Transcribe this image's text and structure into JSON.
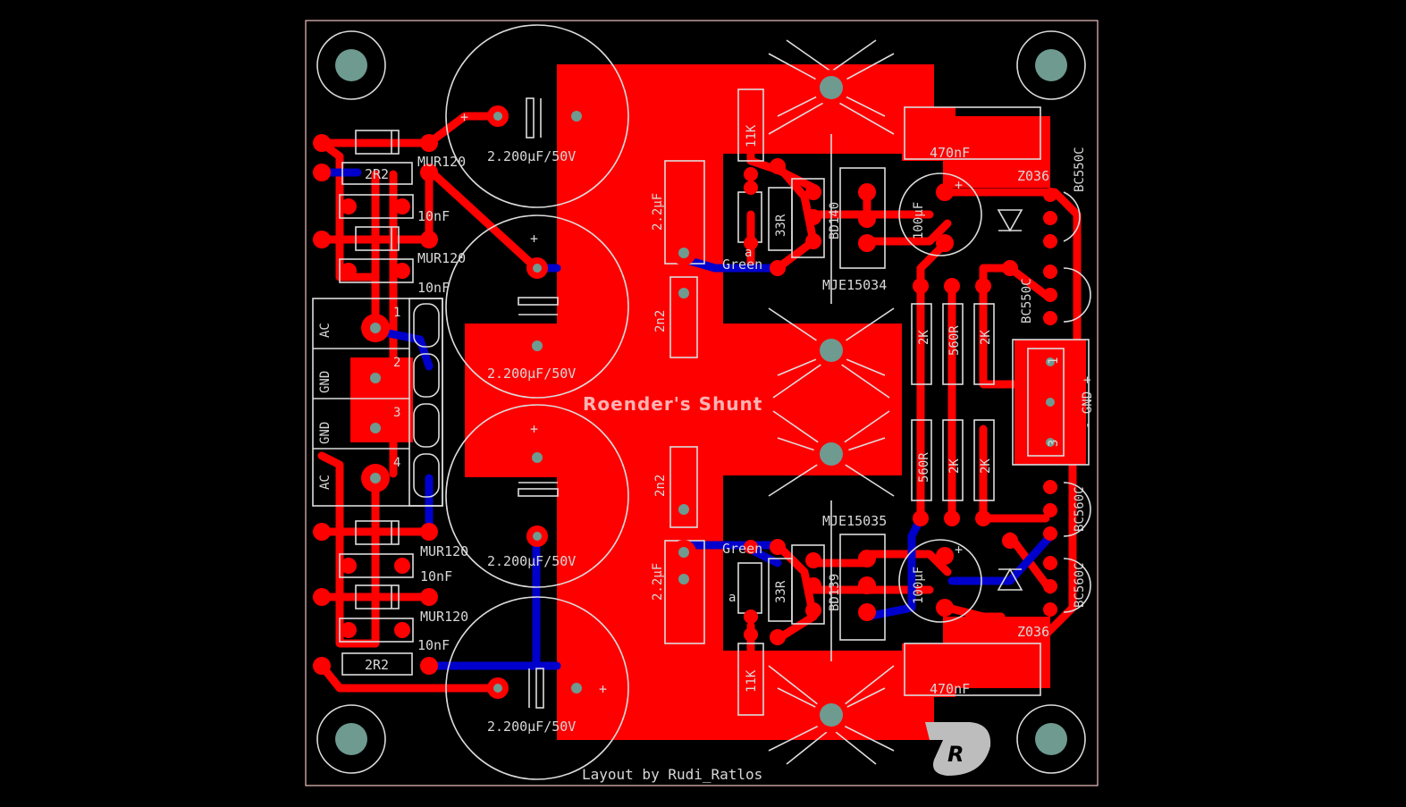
{
  "board": {
    "title": "Roender's Shunt",
    "credit": "Layout by Rudi_Ratlos",
    "logo_text": "R"
  },
  "colors": {
    "background": "#000000",
    "top_copper": "#ff0000",
    "bottom_copper": "#0000cc",
    "silkscreen": "#dcdcdc",
    "drill": "#6e9a90"
  },
  "labels": {
    "cap_main_1": "2.200µF/50V",
    "cap_main_2": "2.200µF/50V",
    "cap_main_3": "2.200µF/50V",
    "cap_main_4": "2.200µF/50V",
    "diode_1": "MUR120",
    "diode_2": "MUR120",
    "diode_3": "MUR120",
    "diode_4": "MUR120",
    "res_2r2_top": "2R2",
    "res_2r2_bottom": "2R2",
    "cap_10nf_1": "10nF",
    "cap_10nf_2": "10nF",
    "cap_10nf_3": "10nF",
    "cap_10nf_4": "10nF",
    "cap_22uf_top": "2.2µF",
    "cap_22uf_bottom": "2.2µF",
    "cap_2n2_top": "2n2",
    "cap_2n2_bottom": "2n2",
    "res_11k_top": "11K",
    "res_11k_bottom": "11K",
    "res_33r_top": "33R",
    "res_33r_bottom": "33R",
    "led_top": "Green",
    "led_bottom": "Green",
    "bd140": "BD140",
    "bd139": "BD139",
    "mje_top": "MJE15034",
    "mje_bottom": "MJE15035",
    "cap_470nf_top": "470nF",
    "cap_470nf_bottom": "470nF",
    "cap_100uf_top": "100µF",
    "cap_100uf_bottom": "100µF",
    "zener_top": "Z036",
    "zener_bottom": "Z036",
    "bc550c_1": "BC550C",
    "bc550c_2": "BC550C",
    "bc560c_1": "BC560C",
    "bc560c_2": "BC560C",
    "r2k_1": "2K",
    "r560_1": "560R",
    "r2k_2": "2K",
    "r560_2": "560R",
    "r2k_3": "2K",
    "r2k_4": "2K",
    "out_conn": "- GND +",
    "out_pin1": "1",
    "out_pin3": "3",
    "in_ac_1": "AC",
    "in_gnd_1": "GND",
    "in_gnd_2": "GND",
    "in_ac_2": "AC",
    "in_pin1": "1",
    "in_pin2": "2",
    "in_pin3": "3",
    "in_pin4": "4",
    "plus_1": "+",
    "plus_2": "+",
    "plus_3": "+",
    "plus_4": "+",
    "plus_5": "+",
    "plus_6": "+",
    "led_mark_top": "a",
    "led_mark_bottom": "a"
  }
}
